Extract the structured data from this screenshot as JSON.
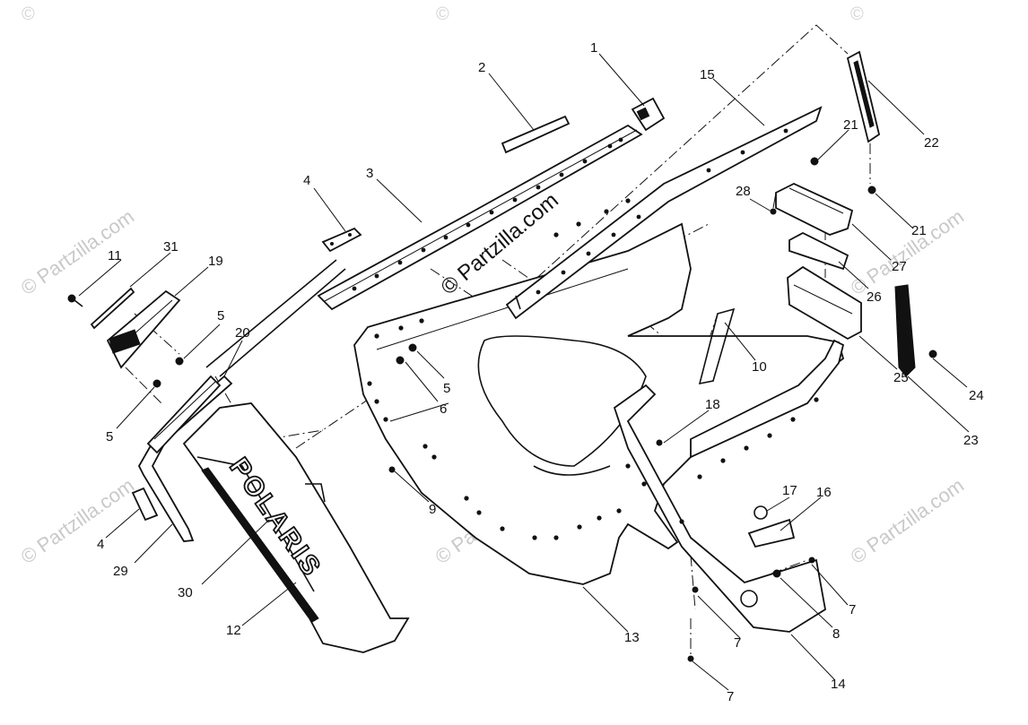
{
  "watermark": {
    "text": "Partzilla.com",
    "symbol": "©",
    "center_text": "© Partzilla.com"
  },
  "callouts": [
    "1",
    "2",
    "3",
    "4",
    "4",
    "5",
    "5",
    "5",
    "6",
    "7",
    "7",
    "7",
    "7",
    "8",
    "9",
    "10",
    "11",
    "12",
    "13",
    "14",
    "15",
    "16",
    "17",
    "18",
    "19",
    "20",
    "21",
    "21",
    "22",
    "23",
    "24",
    "25",
    "26",
    "27",
    "28",
    "29",
    "30",
    "31"
  ],
  "logo": {
    "text": "POLARIS"
  }
}
